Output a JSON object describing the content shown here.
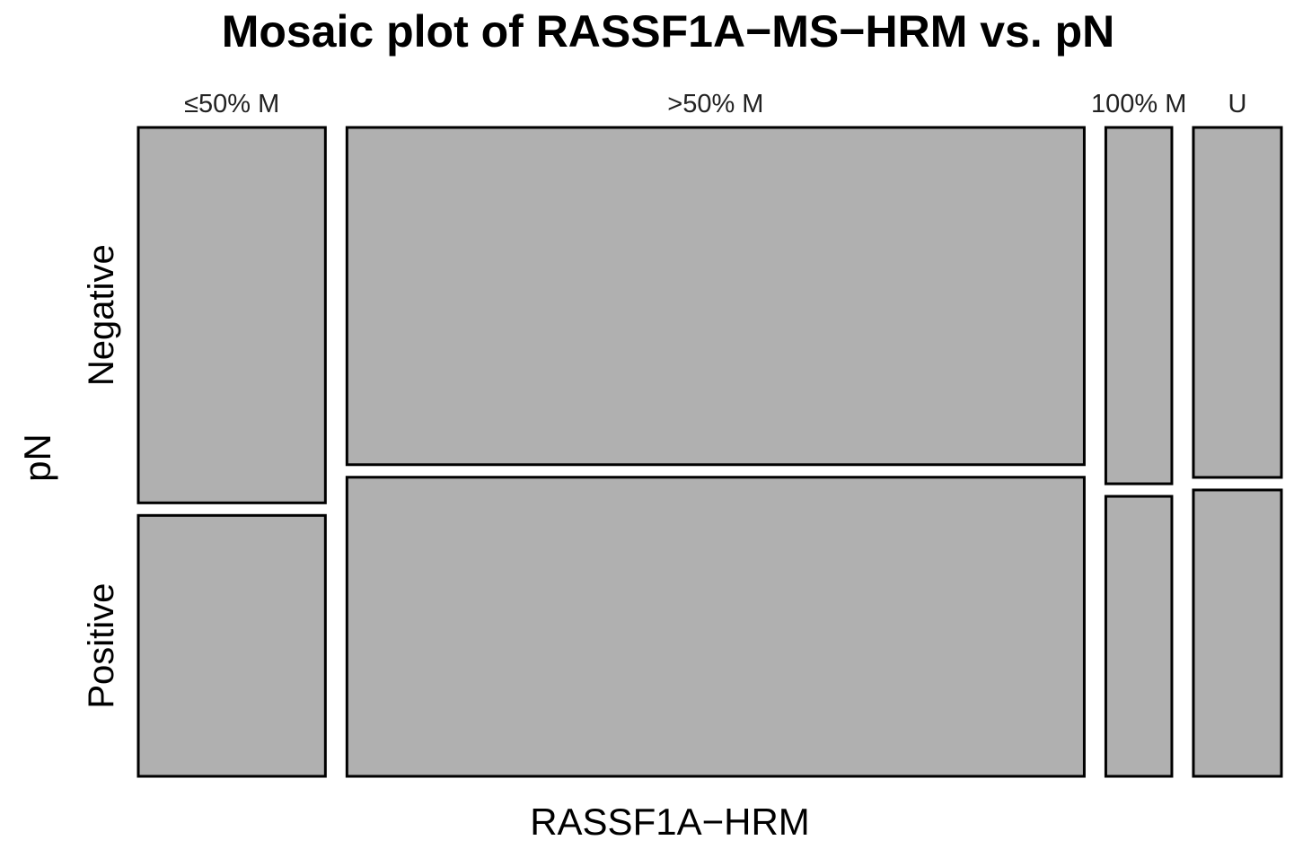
{
  "chart_data": {
    "type": "mosaic",
    "title": "Mosaic plot of RASSF1A−MS−HRM vs. pN",
    "xlabel": "RASSF1A−HRM",
    "ylabel": "pN",
    "x_categories": [
      "≤50% M",
      ">50% M",
      "100% M",
      "U"
    ],
    "y_categories": [
      "Negative",
      "Positive"
    ],
    "column_widths": [
      0.17,
      0.67,
      0.06,
      0.08
    ],
    "negative_fraction": [
      0.59,
      0.53,
      0.56,
      0.55
    ],
    "tile_color": "#b0b0b0",
    "border_color": "#000000"
  }
}
